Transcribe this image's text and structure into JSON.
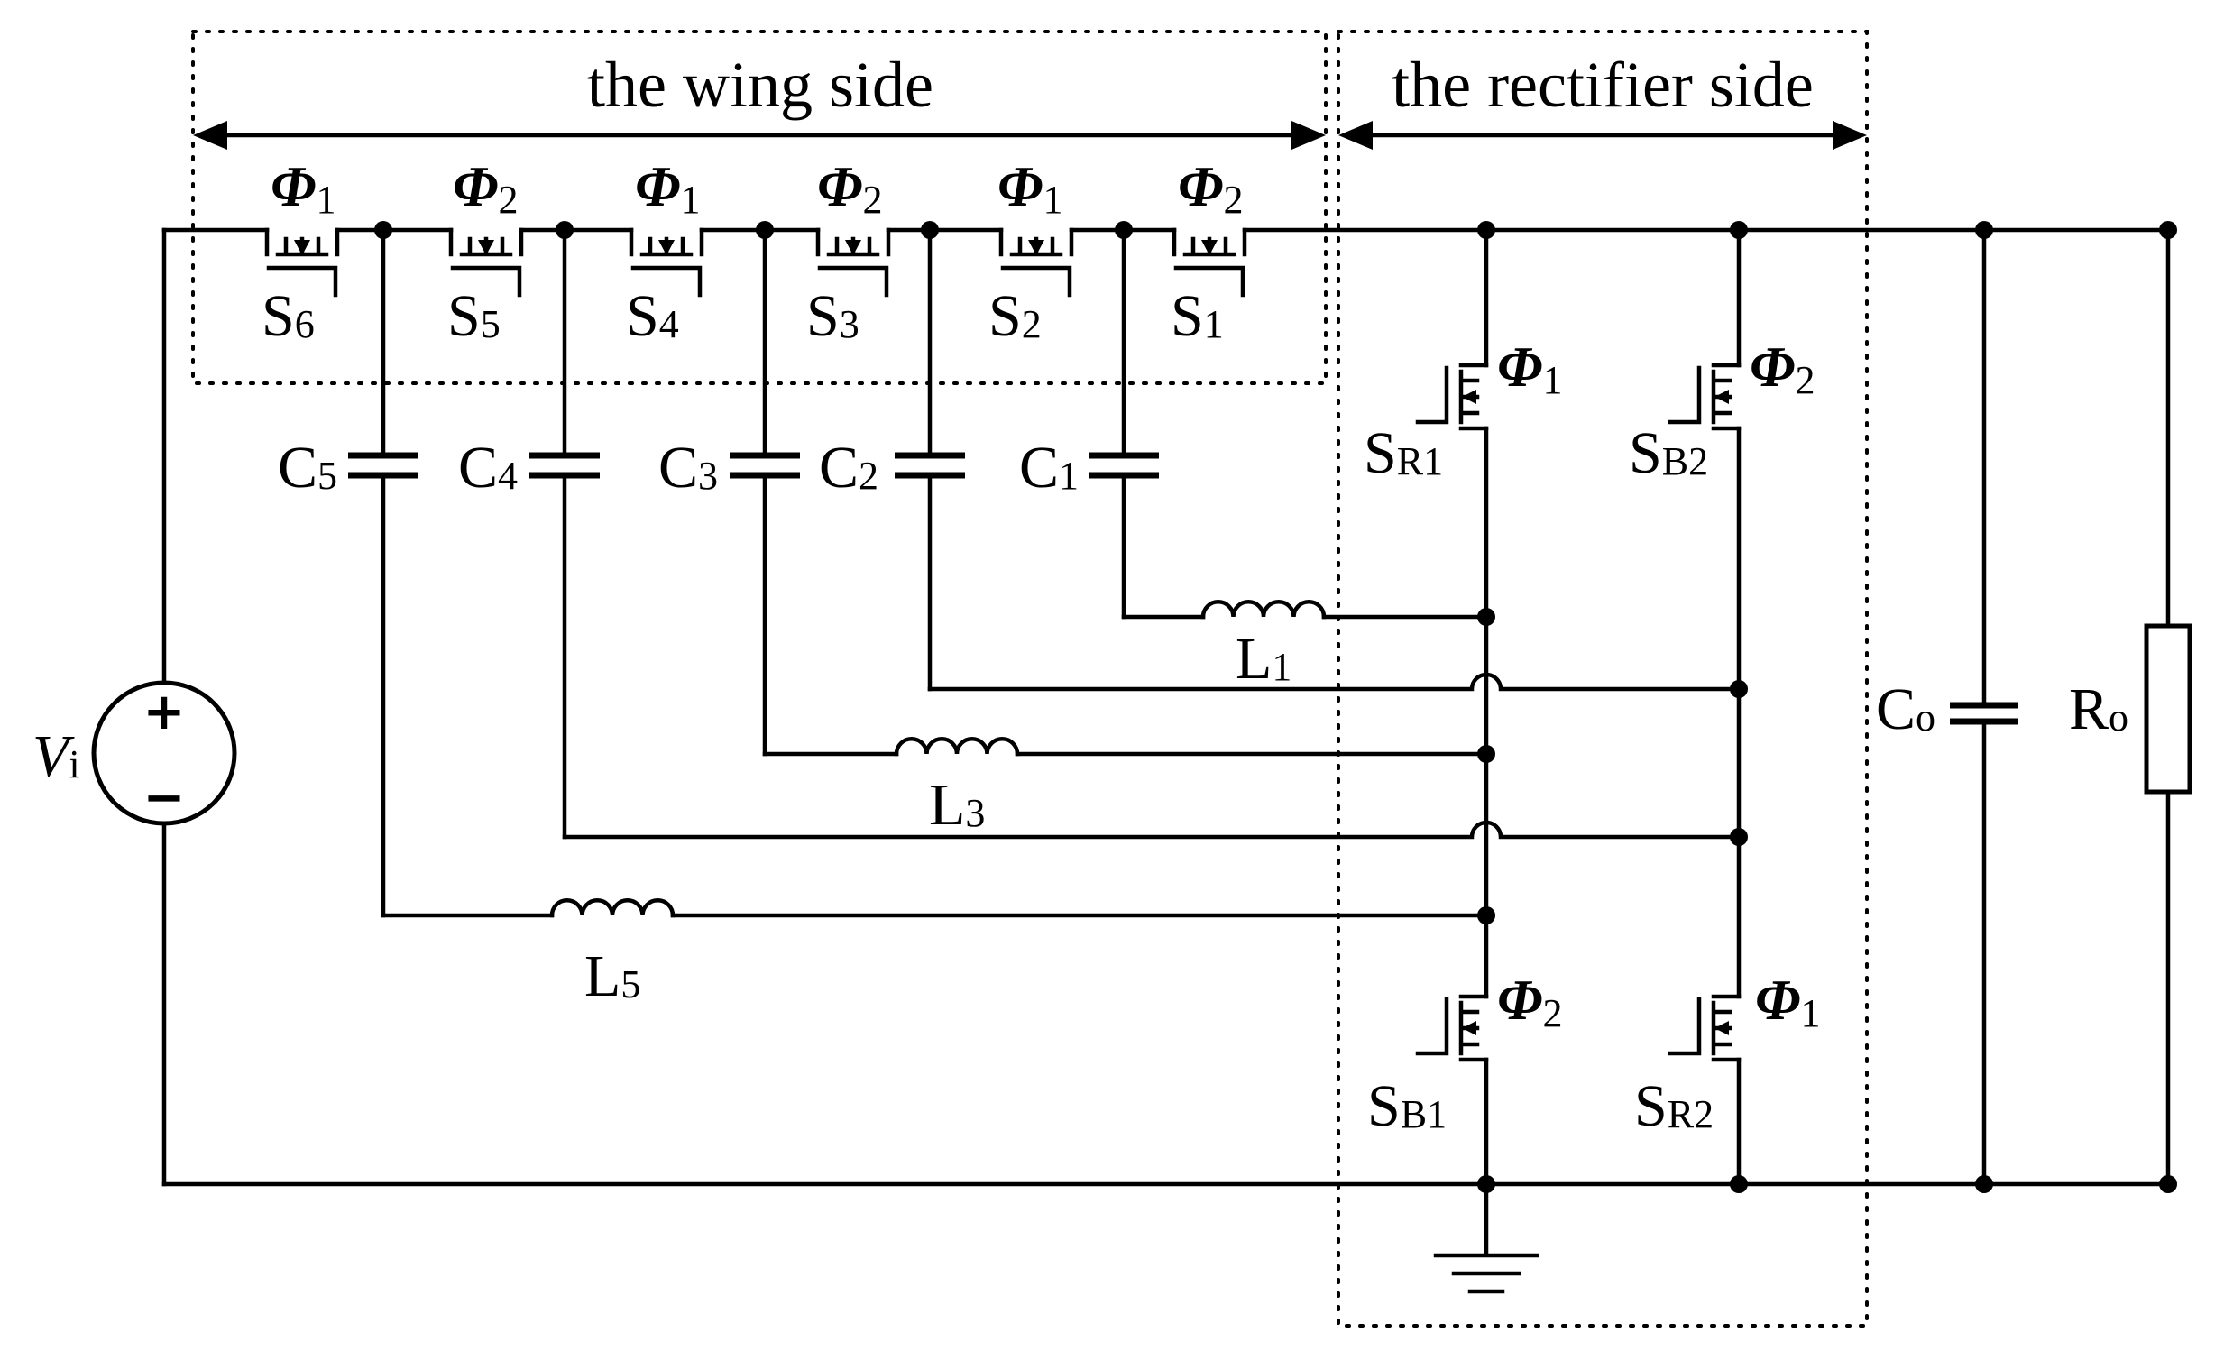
{
  "regions": {
    "wing": "the wing side",
    "rectifier": "the rectifier side"
  },
  "phase": {
    "symbol": "Φ",
    "one": "1",
    "two": "2"
  },
  "wing_switches": [
    {
      "main": "S",
      "sub": "6",
      "phase": "1"
    },
    {
      "main": "S",
      "sub": "5",
      "phase": "2"
    },
    {
      "main": "S",
      "sub": "4",
      "phase": "1"
    },
    {
      "main": "S",
      "sub": "3",
      "phase": "2"
    },
    {
      "main": "S",
      "sub": "2",
      "phase": "1"
    },
    {
      "main": "S",
      "sub": "1",
      "phase": "2"
    }
  ],
  "capacitors": [
    {
      "main": "C",
      "sub": "5"
    },
    {
      "main": "C",
      "sub": "4"
    },
    {
      "main": "C",
      "sub": "3"
    },
    {
      "main": "C",
      "sub": "2"
    },
    {
      "main": "C",
      "sub": "1"
    }
  ],
  "inductors": [
    {
      "main": "L",
      "sub": "1"
    },
    {
      "main": "L",
      "sub": "3"
    },
    {
      "main": "L",
      "sub": "5"
    }
  ],
  "rectifier_switches": [
    {
      "main": "S",
      "sub": "R1",
      "phase": "1"
    },
    {
      "main": "S",
      "sub": "B2",
      "phase": "2"
    },
    {
      "main": "S",
      "sub": "B1",
      "phase": "2"
    },
    {
      "main": "S",
      "sub": "R2",
      "phase": "1"
    }
  ],
  "source": {
    "main": "V",
    "sub": "i",
    "plus": "+",
    "minus": "−"
  },
  "output_capacitor": {
    "main": "C",
    "sub": "o"
  },
  "output_resistor": {
    "main": "R",
    "sub": "o"
  }
}
